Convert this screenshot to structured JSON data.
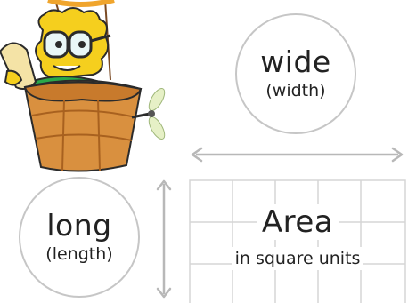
{
  "wide": {
    "title": "wide",
    "subtitle": "(width)"
  },
  "long": {
    "title": "long",
    "subtitle": "(length)"
  },
  "area": {
    "title": "Area",
    "subtitle": "in square units"
  },
  "colors": {
    "grid": "#d6d6d6",
    "arrow": "#b8b8b8",
    "basket": "#d9903f",
    "mascot": "#f5cf1e",
    "balloon_rope": "#7a4a24"
  },
  "icons": {
    "mascot": "balloon-mascot-icon",
    "horizontal_arrow": "double-arrow-horizontal-icon",
    "vertical_arrow": "double-arrow-vertical-icon"
  }
}
